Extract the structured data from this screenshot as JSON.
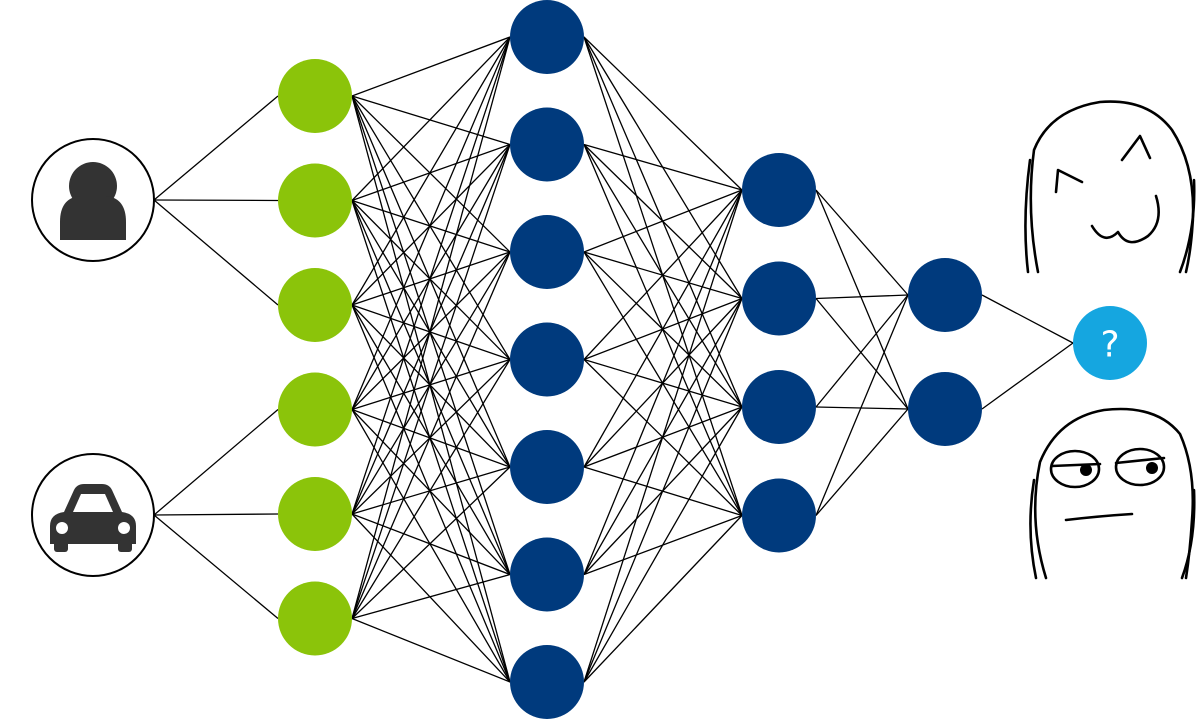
{
  "colors": {
    "input_layer": "#8bc40a",
    "hidden_layer": "#003a7d",
    "output_node": "#15a6e0",
    "icon": "#333333",
    "edge": "#000000"
  },
  "inputs": [
    {
      "icon": "user-icon"
    },
    {
      "icon": "car-icon"
    }
  ],
  "layers": [
    {
      "name": "input",
      "size": 6
    },
    {
      "name": "hidden-1",
      "size": 7
    },
    {
      "name": "hidden-2",
      "size": 4
    },
    {
      "name": "hidden-3",
      "size": 2
    }
  ],
  "output": {
    "label": "?"
  },
  "outcomes": [
    {
      "icon": "smug-face-icon"
    },
    {
      "icon": "skeptical-face-icon"
    }
  ]
}
